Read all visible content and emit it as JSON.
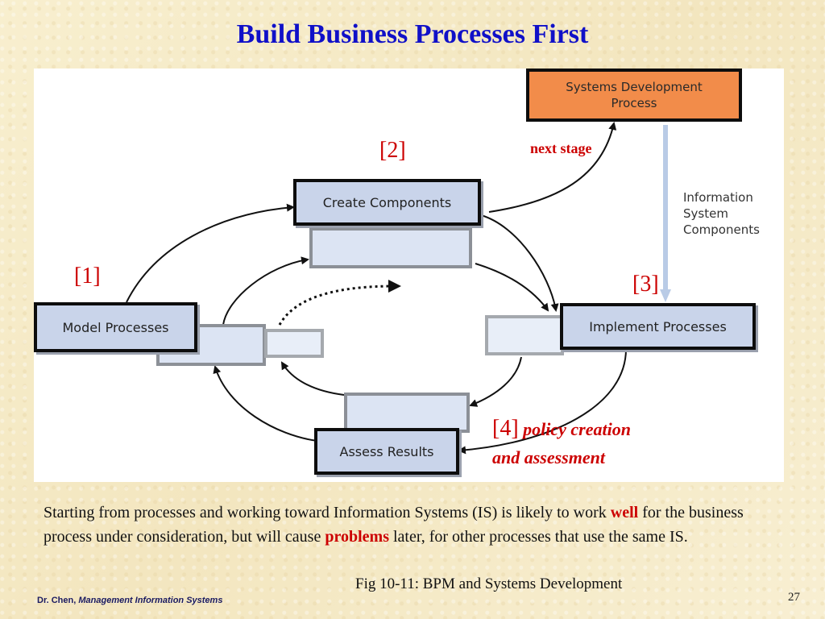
{
  "slide": {
    "title": "Build Business Processes First",
    "page_number": "27"
  },
  "diagram": {
    "boxes": {
      "create_components": "Create Components",
      "model_processes": "Model Processes",
      "implement_processes": "Implement Processes",
      "assess_results": "Assess Results"
    },
    "systems_development_process": "Systems Development\nProcess",
    "information_system_components": "Information\nSystem\nComponents",
    "colors": {
      "box_fill": "#c9d4ea",
      "sdp_fill": "#f28c4a",
      "annotation_red": "#cc0000",
      "is_arrow": "#b9cbe6"
    }
  },
  "annotations": {
    "stage1": "[1]",
    "stage2": "[2]",
    "stage3": "[3]",
    "stage4": "[4]",
    "stage4_note": "policy creation and assessment",
    "next_stage": "next stage"
  },
  "body": {
    "part1": "Starting from processes and working toward Information Systems (IS) is likely to work ",
    "well": "well",
    "part2": " for the business process under consideration, but will cause ",
    "problems": "problems",
    "part3": " later, for other processes that use the same IS."
  },
  "caption": "Fig 10-11: BPM and Systems Development",
  "footer": {
    "author": "Dr. Chen,",
    "book": "Management Information Systems"
  }
}
